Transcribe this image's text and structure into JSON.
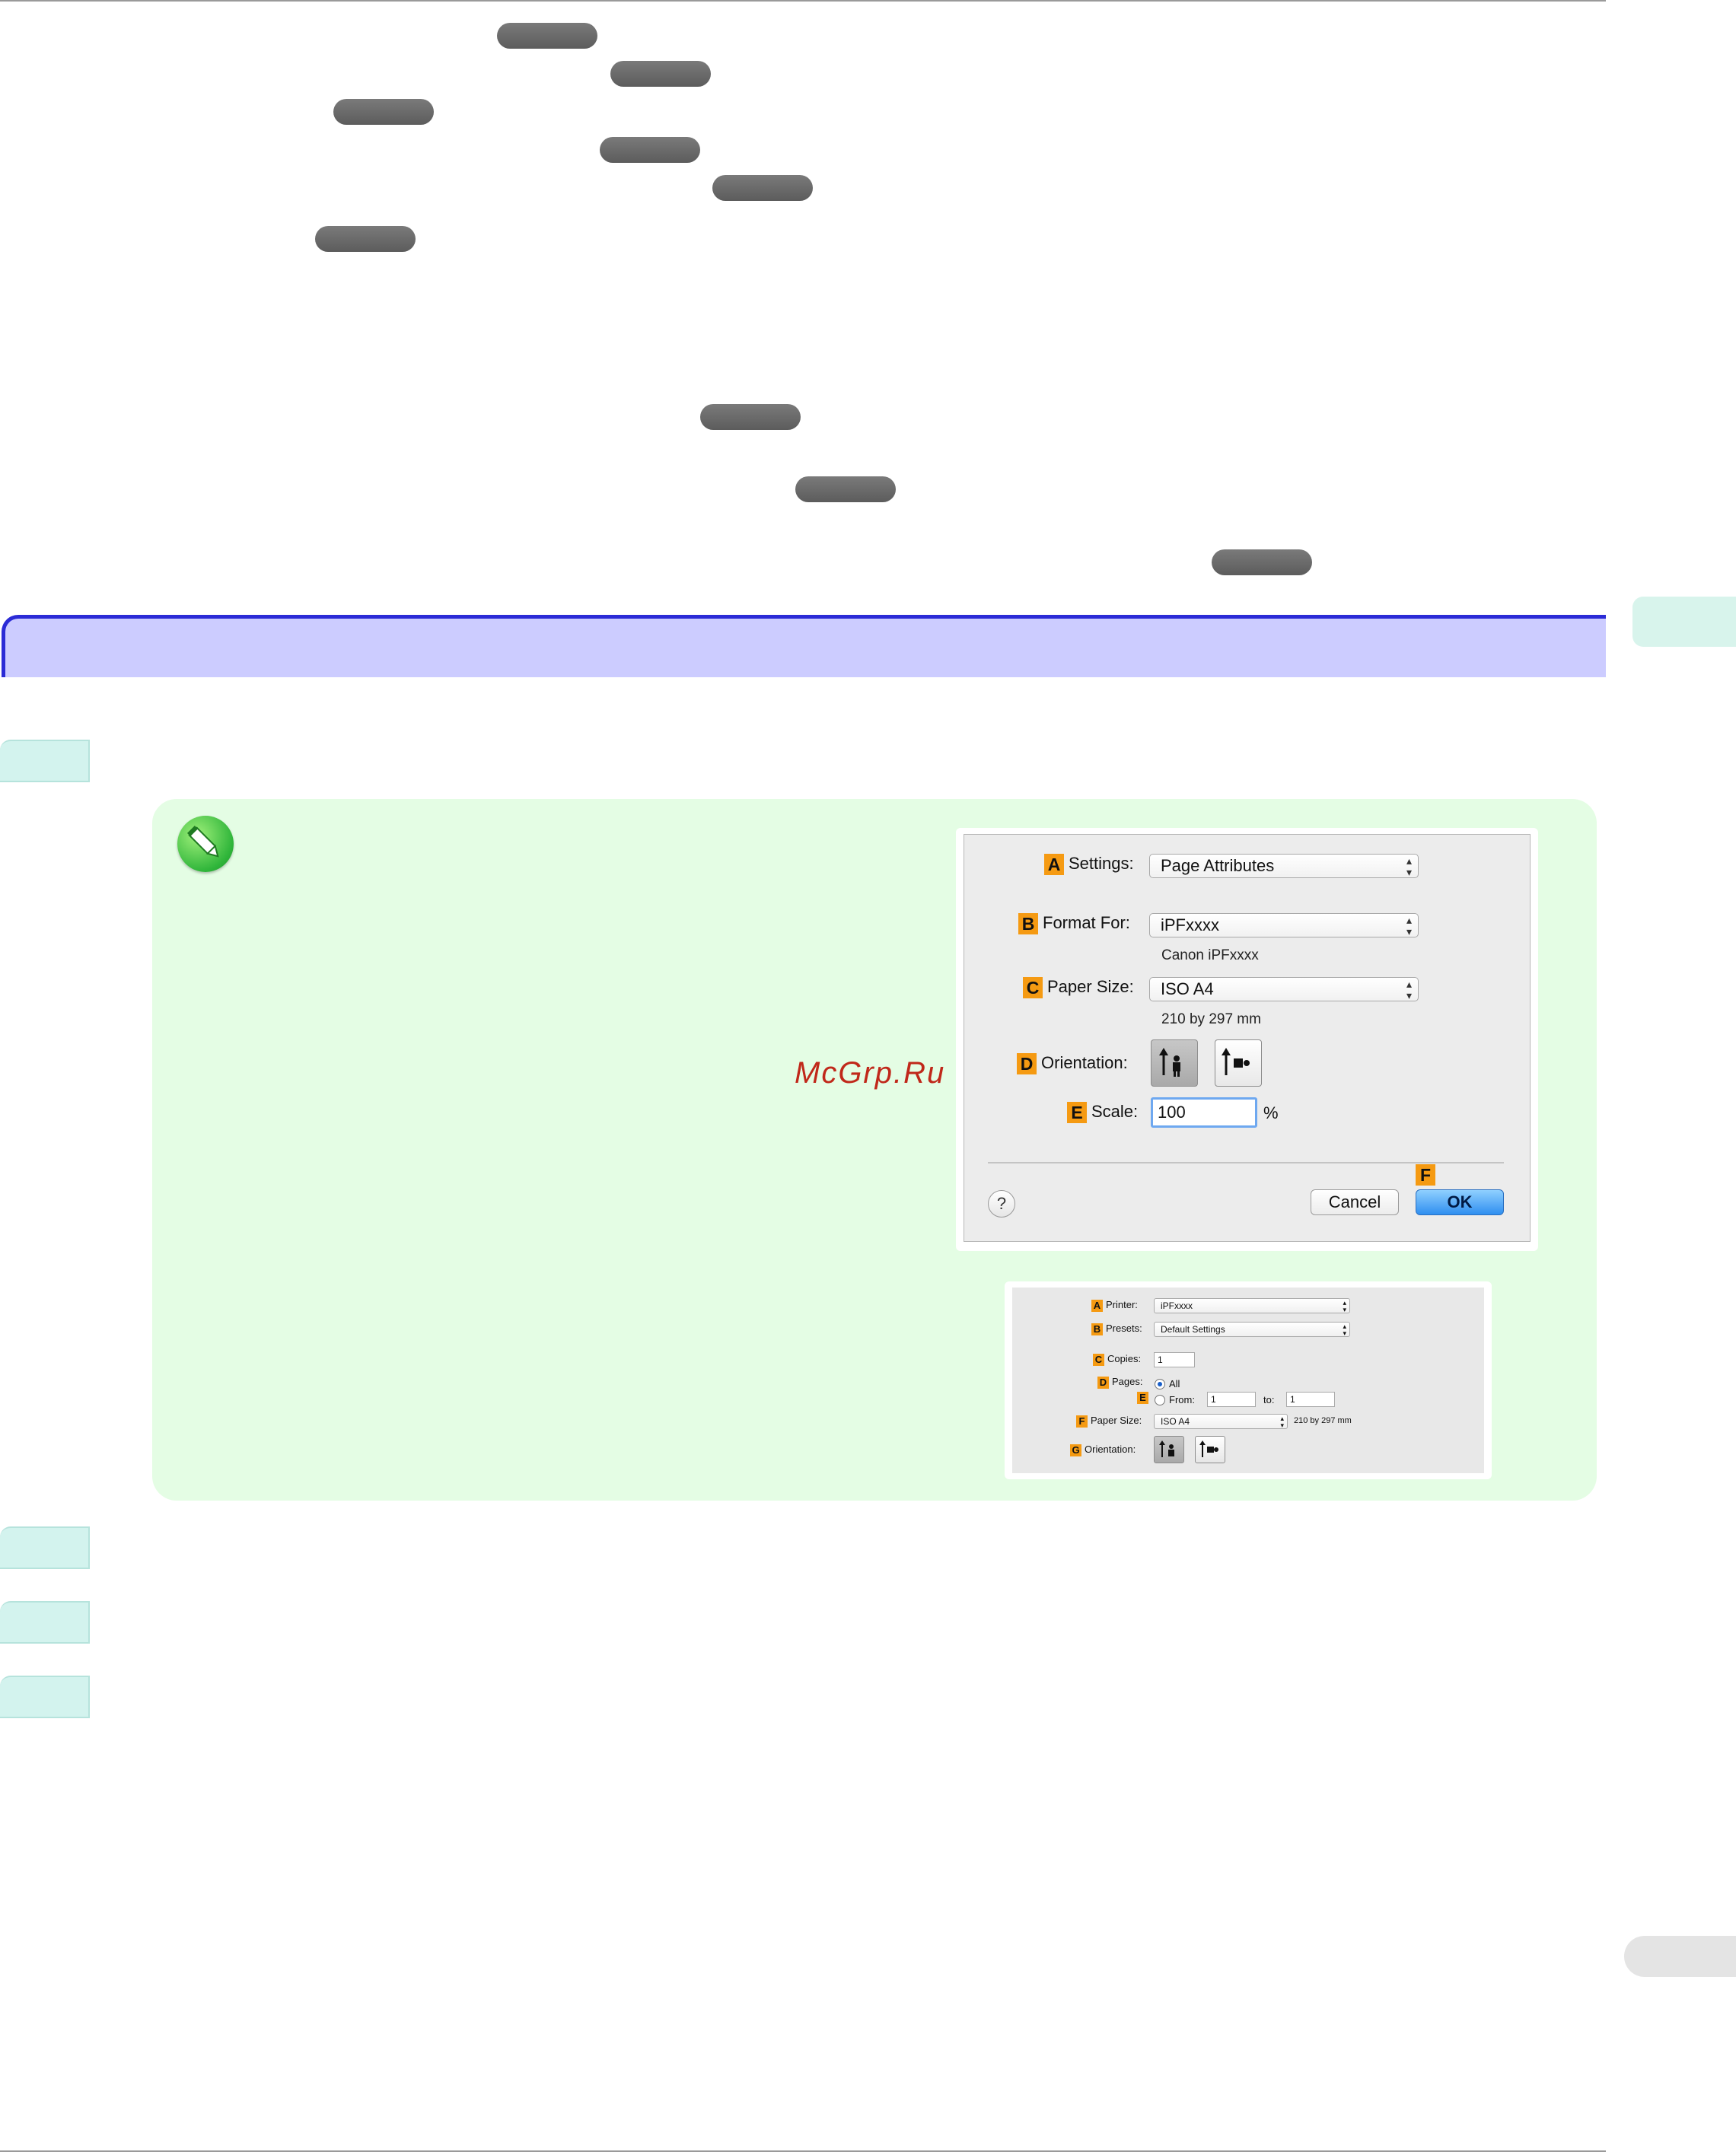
{
  "page": {
    "watermark": "McGrp.Ru"
  },
  "dialog_page_setup": {
    "settings": {
      "badge": "A",
      "label": "Settings:",
      "value": "Page Attributes"
    },
    "format_for": {
      "badge": "B",
      "label": "Format For:",
      "value": "iPFxxxx",
      "sub": "Canon iPFxxxx"
    },
    "paper_size": {
      "badge": "C",
      "label": "Paper Size:",
      "value": "ISO A4",
      "sub": "210 by 297 mm"
    },
    "orientation": {
      "badge": "D",
      "label": "Orientation:"
    },
    "scale": {
      "badge": "E",
      "label": "Scale:",
      "value": "100",
      "unit": "%"
    },
    "ok_badge": "F",
    "help": "?",
    "cancel_label": "Cancel",
    "ok_label": "OK"
  },
  "dialog_print": {
    "printer": {
      "badge": "A",
      "label": "Printer:",
      "value": "iPFxxxx"
    },
    "presets": {
      "badge": "B",
      "label": "Presets:",
      "value": "Default Settings"
    },
    "copies": {
      "badge": "C",
      "label": "Copies:",
      "value": "1"
    },
    "pages": {
      "badge": "D",
      "label": "Pages:",
      "all_label": "All"
    },
    "range": {
      "badge": "E",
      "from_label": "From:",
      "from_value": "1",
      "to_label": "to:",
      "to_value": "1"
    },
    "paper_size": {
      "badge": "F",
      "label": "Paper Size:",
      "value": "ISO A4",
      "dims": "210 by 297 mm"
    },
    "orientation": {
      "badge": "G",
      "label": "Orientation:"
    }
  },
  "icons": {
    "note": "pencil-icon",
    "help": "question-icon",
    "popup_arrows": "up-down-arrows-icon",
    "portrait": "portrait-orientation-icon",
    "landscape": "landscape-orientation-icon"
  },
  "colors": {
    "section_band": "#ccccff",
    "section_border": "#2b2bd6",
    "note_background": "#e4fde4",
    "step_tab": "#d3f3ee",
    "badge": "#f59a12",
    "ref_pill": "#666666"
  }
}
